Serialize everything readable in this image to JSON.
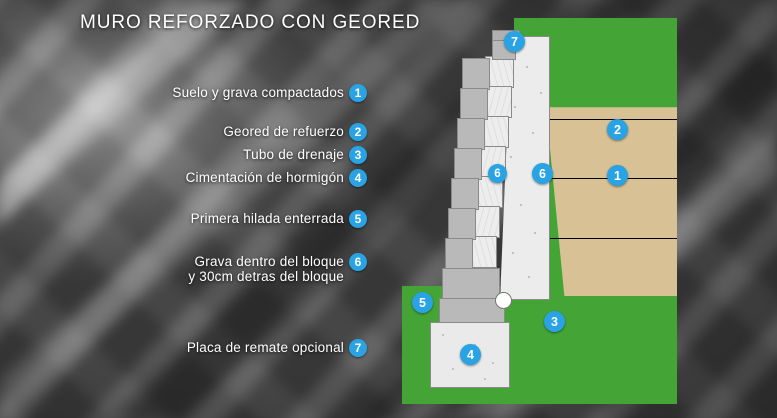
{
  "title": "MURO REFORZADO CON GEORED",
  "legend": {
    "items": [
      {
        "n": "1",
        "text": "Suelo y grava compactados",
        "sub": ""
      },
      {
        "n": "2",
        "text": "Geored de refuerzo",
        "sub": ""
      },
      {
        "n": "3",
        "text": "Tubo de drenaje",
        "sub": ""
      },
      {
        "n": "4",
        "text": "Cimentación de hormigón",
        "sub": ""
      },
      {
        "n": "5",
        "text": "Primera hilada enterrada",
        "sub": ""
      },
      {
        "n": "6",
        "text": "Grava dentro del bloque",
        "sub": "y 30cm detras del bloque"
      },
      {
        "n": "7",
        "text": "Placa de remate opcional",
        "sub": ""
      }
    ]
  },
  "diagram": {
    "callouts": [
      {
        "id": "callout-7",
        "label": "7"
      },
      {
        "id": "callout-2",
        "label": "2"
      },
      {
        "id": "callout-1",
        "label": "1"
      },
      {
        "id": "callout-6a",
        "label": "6"
      },
      {
        "id": "callout-6b",
        "label": "6"
      },
      {
        "id": "callout-5",
        "label": "5"
      },
      {
        "id": "callout-3",
        "label": "3"
      },
      {
        "id": "callout-4",
        "label": "4"
      }
    ]
  },
  "colors": {
    "accent": "#29a3e3",
    "grass": "#44a536",
    "soil": "#d8c195",
    "block_grey": "#b9b9b9",
    "block_speckled": "#e9e9e9",
    "text": "#ffffff"
  }
}
